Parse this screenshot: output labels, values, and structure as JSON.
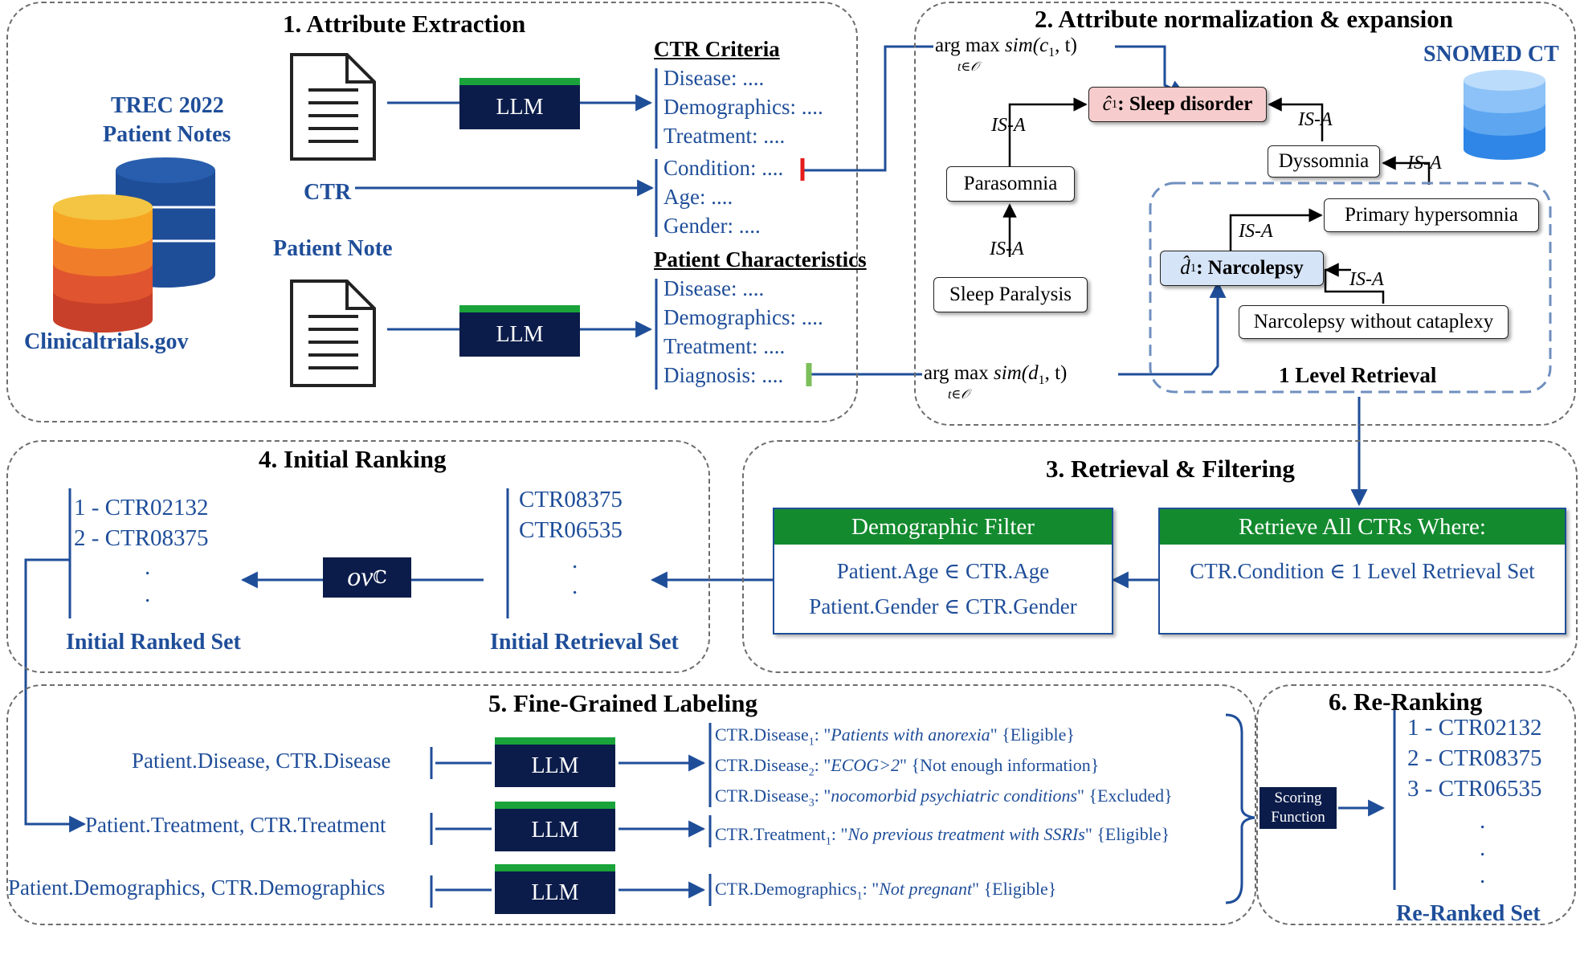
{
  "panels": {
    "p1": "1. Attribute Extraction",
    "p2": "2. Attribute normalization & expansion",
    "p3": "3. Retrieval & Filtering",
    "p4": "4. Initial Ranking",
    "p5": "5. Fine-Grained Labeling",
    "p6": "6. Re-Ranking"
  },
  "colors": {
    "accent": "#1f4e99",
    "green": "#138a2e",
    "navy": "#0b1c4a",
    "pink": "#f6cccc",
    "lightblue": "#d6e4f7"
  },
  "extraction": {
    "trec": [
      "TREC 2022",
      "Patient Notes"
    ],
    "clinicaltrials": "Clinicaltrials.gov",
    "ctr_label": "CTR",
    "patient_note_label": "Patient Note",
    "llm": "LLM",
    "ctr_criteria_title": "CTR Criteria",
    "ctr_criteria": [
      "Disease: ....",
      "Demographics: ....",
      "Treatment: ...."
    ],
    "ctr_fields": [
      "Condition: ....",
      "Age: ....",
      "Gender: ...."
    ],
    "patient_char_title": "Patient Characteristics",
    "patient_char": [
      "Disease: ....",
      "Demographics: ....",
      "Treatment: ....",
      "Diagnosis: ...."
    ]
  },
  "normalization": {
    "snomed": "SNOMED CT",
    "argmax": "arg max",
    "sim_c": "sim(c",
    "sim_d": "sim(d",
    "sim_tail": ", t)",
    "sub1": "1",
    "under": "t∈𝒪",
    "c_node_prefix": "ĉ",
    "c_node_label": ": Sleep disorder",
    "d_node_prefix": "d̂",
    "d_node_label": ": Narcolepsy",
    "nodes": {
      "parasomnia": "Parasomnia",
      "sleep_paralysis": "Sleep Paralysis",
      "dyssomnia": "Dyssomnia",
      "primary_hypersomnia": "Primary hypersomnia",
      "narcolepsy_without": "Narcolepsy without cataplexy"
    },
    "isa": "IS-A",
    "level_retrieval": "1 Level Retrieval"
  },
  "retrieval": {
    "retrieve_title": "Retrieve All CTRs Where:",
    "retrieve_rule": "CTR.Condition ∈ 1 Level Retrieval Set",
    "demo_title": "Demographic Filter",
    "demo_rules": [
      "Patient.Age  ∈  CTR.Age",
      "Patient.Gender ∈  CTR.Gender"
    ]
  },
  "initial": {
    "retrieval_items": [
      "CTR08375",
      "CTR06535",
      ".",
      "."
    ],
    "retrieval_label": "Initial Retrieval Set",
    "ranked_items": [
      "1 - CTR02132",
      "2 - CTR08375",
      ".",
      "."
    ],
    "ranked_label": "Initial Ranked Set",
    "ov": "ov",
    "ov_sub": "ℂ"
  },
  "labeling": {
    "inputs": [
      "Patient.Disease, CTR.Disease",
      "Patient.Treatment, CTR.Treatment",
      "Patient.Demographics, CTR.Demographics"
    ],
    "llm": "LLM",
    "outputs": [
      {
        "field": "CTR.Disease",
        "sub": "1",
        "text": "Patients with anorexia",
        "label": "{Eligible}"
      },
      {
        "field": "CTR.Disease",
        "sub": "2",
        "text": "ECOG>2",
        "label": "{Not enough information}"
      },
      {
        "field": "CTR.Disease",
        "sub": "3",
        "text": "nocomorbid psychiatric conditions",
        "label": "{Excluded}"
      },
      {
        "field": "CTR.Treatment",
        "sub": "1",
        "text": "No previous treatment with SSRIs",
        "label": "{Eligible}"
      },
      {
        "field": "CTR.Demographics",
        "sub": "1",
        "text": "Not pregnant",
        "label": "{Eligible}"
      }
    ],
    "scoring": [
      "Scoring",
      "Function"
    ]
  },
  "reranking": {
    "items": [
      "1 - CTR02132",
      "2 - CTR08375",
      "3 - CTR06535",
      ".",
      ".",
      "."
    ],
    "label": "Re-Ranked Set"
  }
}
